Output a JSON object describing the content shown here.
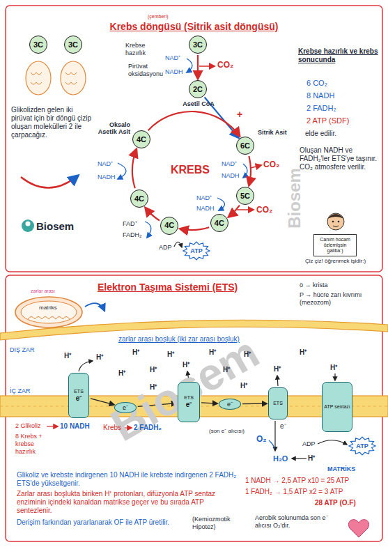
{
  "diagram": {
    "title": "Krebs döngüsü (Sitrik asit döngüsü)",
    "nodes": [
      {
        "text": [
          "3C"
        ]
      },
      {
        "text": [
          "3C"
        ]
      },
      {
        "text": [
          "3C"
        ]
      },
      {
        "text": [
          "2C",
          "Asetil CoA"
        ]
      },
      {
        "text": [
          "6C",
          "Sitrik Asit"
        ]
      },
      {
        "text": [
          "5C"
        ]
      },
      {
        "text": [
          "4C"
        ]
      },
      {
        "text": [
          "4C"
        ]
      },
      {
        "text": [
          "4C"
        ]
      },
      {
        "text": [
          "4C",
          "Oksalo Asetik Asit"
        ]
      },
      {
        "text": [
          "ATP"
        ]
      },
      {
        "text": [
          "ETS",
          "e⁻"
        ]
      },
      {
        "text": [
          "e⁻"
        ]
      },
      {
        "text": [
          "ETS",
          "e⁻"
        ]
      },
      {
        "text": [
          "e⁻"
        ]
      },
      {
        "text": [
          "ETS"
        ]
      },
      {
        "text": [
          "ATP sentazı"
        ]
      },
      {
        "text": [
          "ATP"
        ]
      },
      {
        "text": [
          "Canım hocam özlemişsin galiba:)"
        ]
      }
    ],
    "edges": [
      {
        "from": 2,
        "to": 3,
        "arrow": "to"
      },
      {
        "from": 3,
        "to": 4,
        "arrow": "to"
      },
      {
        "from": 4,
        "to": 5,
        "arrow": "to"
      },
      {
        "from": 5,
        "to": 6,
        "arrow": "to"
      },
      {
        "from": 6,
        "to": 7,
        "arrow": "to"
      },
      {
        "from": 7,
        "to": 8,
        "arrow": "to"
      },
      {
        "from": 8,
        "to": 9,
        "arrow": "to"
      },
      {
        "from": 9,
        "to": 4,
        "arrow": "to"
      },
      {
        "from": 11,
        "to": 12,
        "arrow": "to"
      },
      {
        "from": 12,
        "to": 13,
        "arrow": "to"
      },
      {
        "from": 13,
        "to": 14,
        "arrow": "to"
      },
      {
        "from": 14,
        "to": 15,
        "arrow": "to"
      }
    ],
    "labels": [
      "(çemberi)",
      "Krebse hazırlık",
      "Pirüvat oksidasyonu",
      "NAD⁺",
      "NADH",
      "CO₂",
      "+",
      "KREBS",
      "NAD⁺",
      "NADH",
      "CO₂",
      "NAD⁺",
      "NADH",
      "CO₂",
      "ADP",
      "FAD⁺",
      "FADH₂",
      "NAD⁺",
      "NADH",
      "Glikolizden gelen iki pirüvat için bir döngü çizip oluşan molekülleri 2 ile çarpacağız.",
      "Biosem",
      "Krebse hazırlık ve krebs sonucunda",
      "6 CO₂",
      "8 NADH",
      "2 FADH₂",
      "2 ATP (SDF)",
      "elde edilir.",
      "Oluşan NADH ve FADH₂'ler ETS'ye taşınır. CO₂ atmosfere verilir.",
      "Çiz çiz! öğrenmek işidir:)",
      "Biosem",
      "Elektron Taşıma Sistemi (ETS)",
      "ö → krista",
      "P → hücre zarı kıvrımı (mezozom)",
      "zarlar arası",
      "matriks",
      "zarlar arası boşluk (iki zar arası boşluk)",
      "DIŞ ZAR",
      "İÇ ZAR",
      "H⁺",
      "H⁺",
      "H⁺",
      "H⁺",
      "H⁺",
      "H⁺",
      "H⁺",
      "H⁺",
      "H⁺",
      "H⁺",
      "H⁺",
      "H⁺",
      "H⁺",
      "H⁺",
      "H⁺",
      "2 Glikoliz",
      "10 NADH",
      "8 Krebs + krebse hazırlık",
      "Krebs",
      "2 FADH₂",
      "(son e⁻ alıcısı)",
      "O₂",
      "e⁻",
      "H₂O",
      "ADP",
      "H⁺",
      "MATRİKS",
      "Glikoliz ve krebste indirgenen 10 NADH ile krebste indirgenen 2 FADH₂ ETS'de yükseltgenir.",
      "Zarlar arası boşlukta biriken H⁺ protonları, difüzyonla ATP sentaz enziminin içindeki kanaldan matrikse geçer ve bu sırada ATP sentezlenir.",
      "Derişim farkından yararlanarak OF ile ATP üretilir.",
      "(Kemiozmotik Hipotez)",
      "1 NADH → 2,5 ATP x10 = 25 ATP",
      "1 FADH₂ → 1,5 ATP x2 = 3 ATP",
      "28 ATP (O.F)",
      "Aerobik solunumda son e⁻ alıcısı O₂'dir.",
      "Biosem"
    ]
  }
}
